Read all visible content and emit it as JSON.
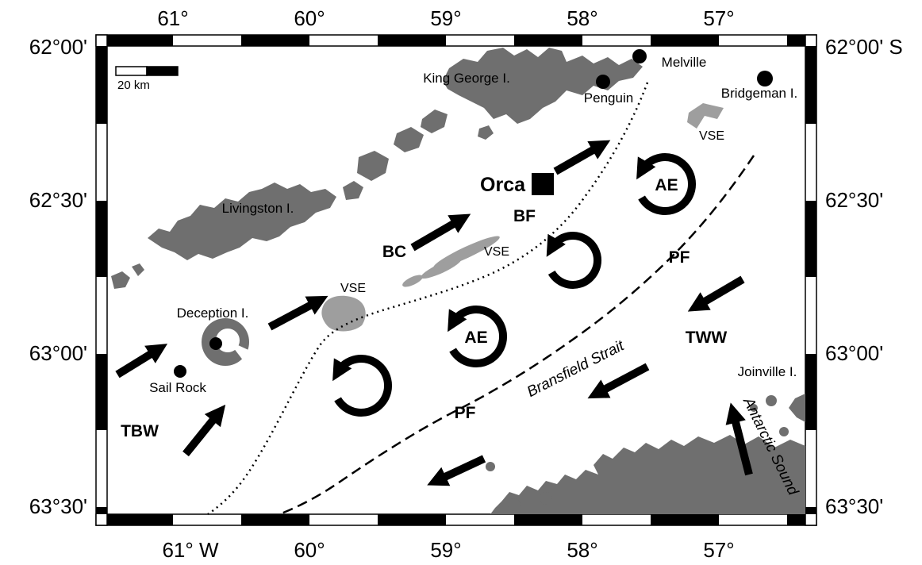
{
  "axes": {
    "top": [
      "61°",
      "60°",
      "59°",
      "58°",
      "57°"
    ],
    "bottom": [
      "61° W",
      "60°",
      "59°",
      "58°",
      "57°"
    ],
    "left": [
      "62°00'",
      "62°30'",
      "63°00'",
      "63°30'"
    ],
    "right": [
      "62°00' S",
      "62°30'",
      "63°00'",
      "63°30'"
    ]
  },
  "scale_bar": {
    "label": "20 km"
  },
  "labels": {
    "king_george": "King George I.",
    "livingston": "Livingston I.",
    "deception": "Deception I.",
    "bridgeman": "Bridgeman I.",
    "joinville": "Joinville I.",
    "melville": "Melville",
    "penguin": "Penguin",
    "sail_rock": "Sail Rock",
    "orca": "Orca",
    "bf": "BF",
    "bc": "BC",
    "pf_upper": "PF",
    "pf_lower": "PF",
    "tww": "TWW",
    "tbw": "TBW",
    "ae_ne": "AE",
    "ae_central": "AE",
    "vse_bridgeman": "VSE",
    "vse_central": "VSE",
    "vse_deception": "VSE",
    "bransfield_strait": "Bransfield Strait",
    "antarctic_sound": "Antarctic Sound"
  },
  "colors": {
    "land": "#6f6f6f",
    "vse": "#9e9e9e",
    "ink": "#000000",
    "background": "#ffffff"
  }
}
